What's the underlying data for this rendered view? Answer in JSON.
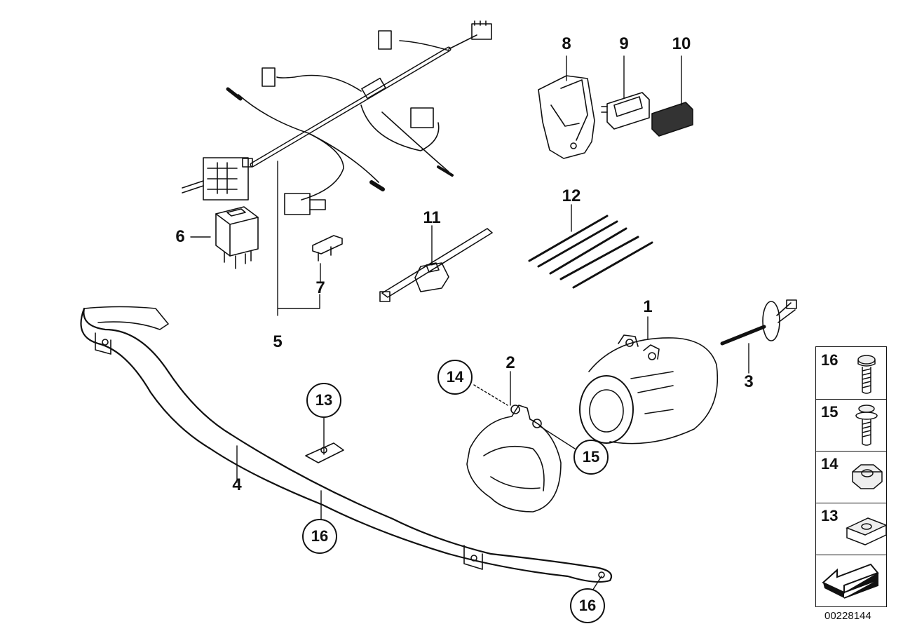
{
  "callouts": [
    {
      "id": "1",
      "text": "1"
    },
    {
      "id": "2",
      "text": "2"
    },
    {
      "id": "3",
      "text": "3"
    },
    {
      "id": "4",
      "text": "4"
    },
    {
      "id": "5",
      "text": "5"
    },
    {
      "id": "6",
      "text": "6"
    },
    {
      "id": "7",
      "text": "7"
    },
    {
      "id": "8",
      "text": "8"
    },
    {
      "id": "9",
      "text": "9"
    },
    {
      "id": "10",
      "text": "10"
    },
    {
      "id": "11",
      "text": "11"
    },
    {
      "id": "12",
      "text": "12"
    }
  ],
  "circled_callouts": [
    {
      "id": "13",
      "text": "13"
    },
    {
      "id": "14",
      "text": "14"
    },
    {
      "id": "15",
      "text": "15"
    },
    {
      "id": "16a",
      "text": "16"
    },
    {
      "id": "16b",
      "text": "16"
    }
  ],
  "legend": {
    "items": [
      {
        "number": "16",
        "icon": "bolt-icon"
      },
      {
        "number": "15",
        "icon": "bolt-washer-icon"
      },
      {
        "number": "14",
        "icon": "hex-nut-icon"
      },
      {
        "number": "13",
        "icon": "clip-nut-icon"
      }
    ],
    "navigation_icon": "arrow-icon"
  },
  "catalog_number": "00228144"
}
